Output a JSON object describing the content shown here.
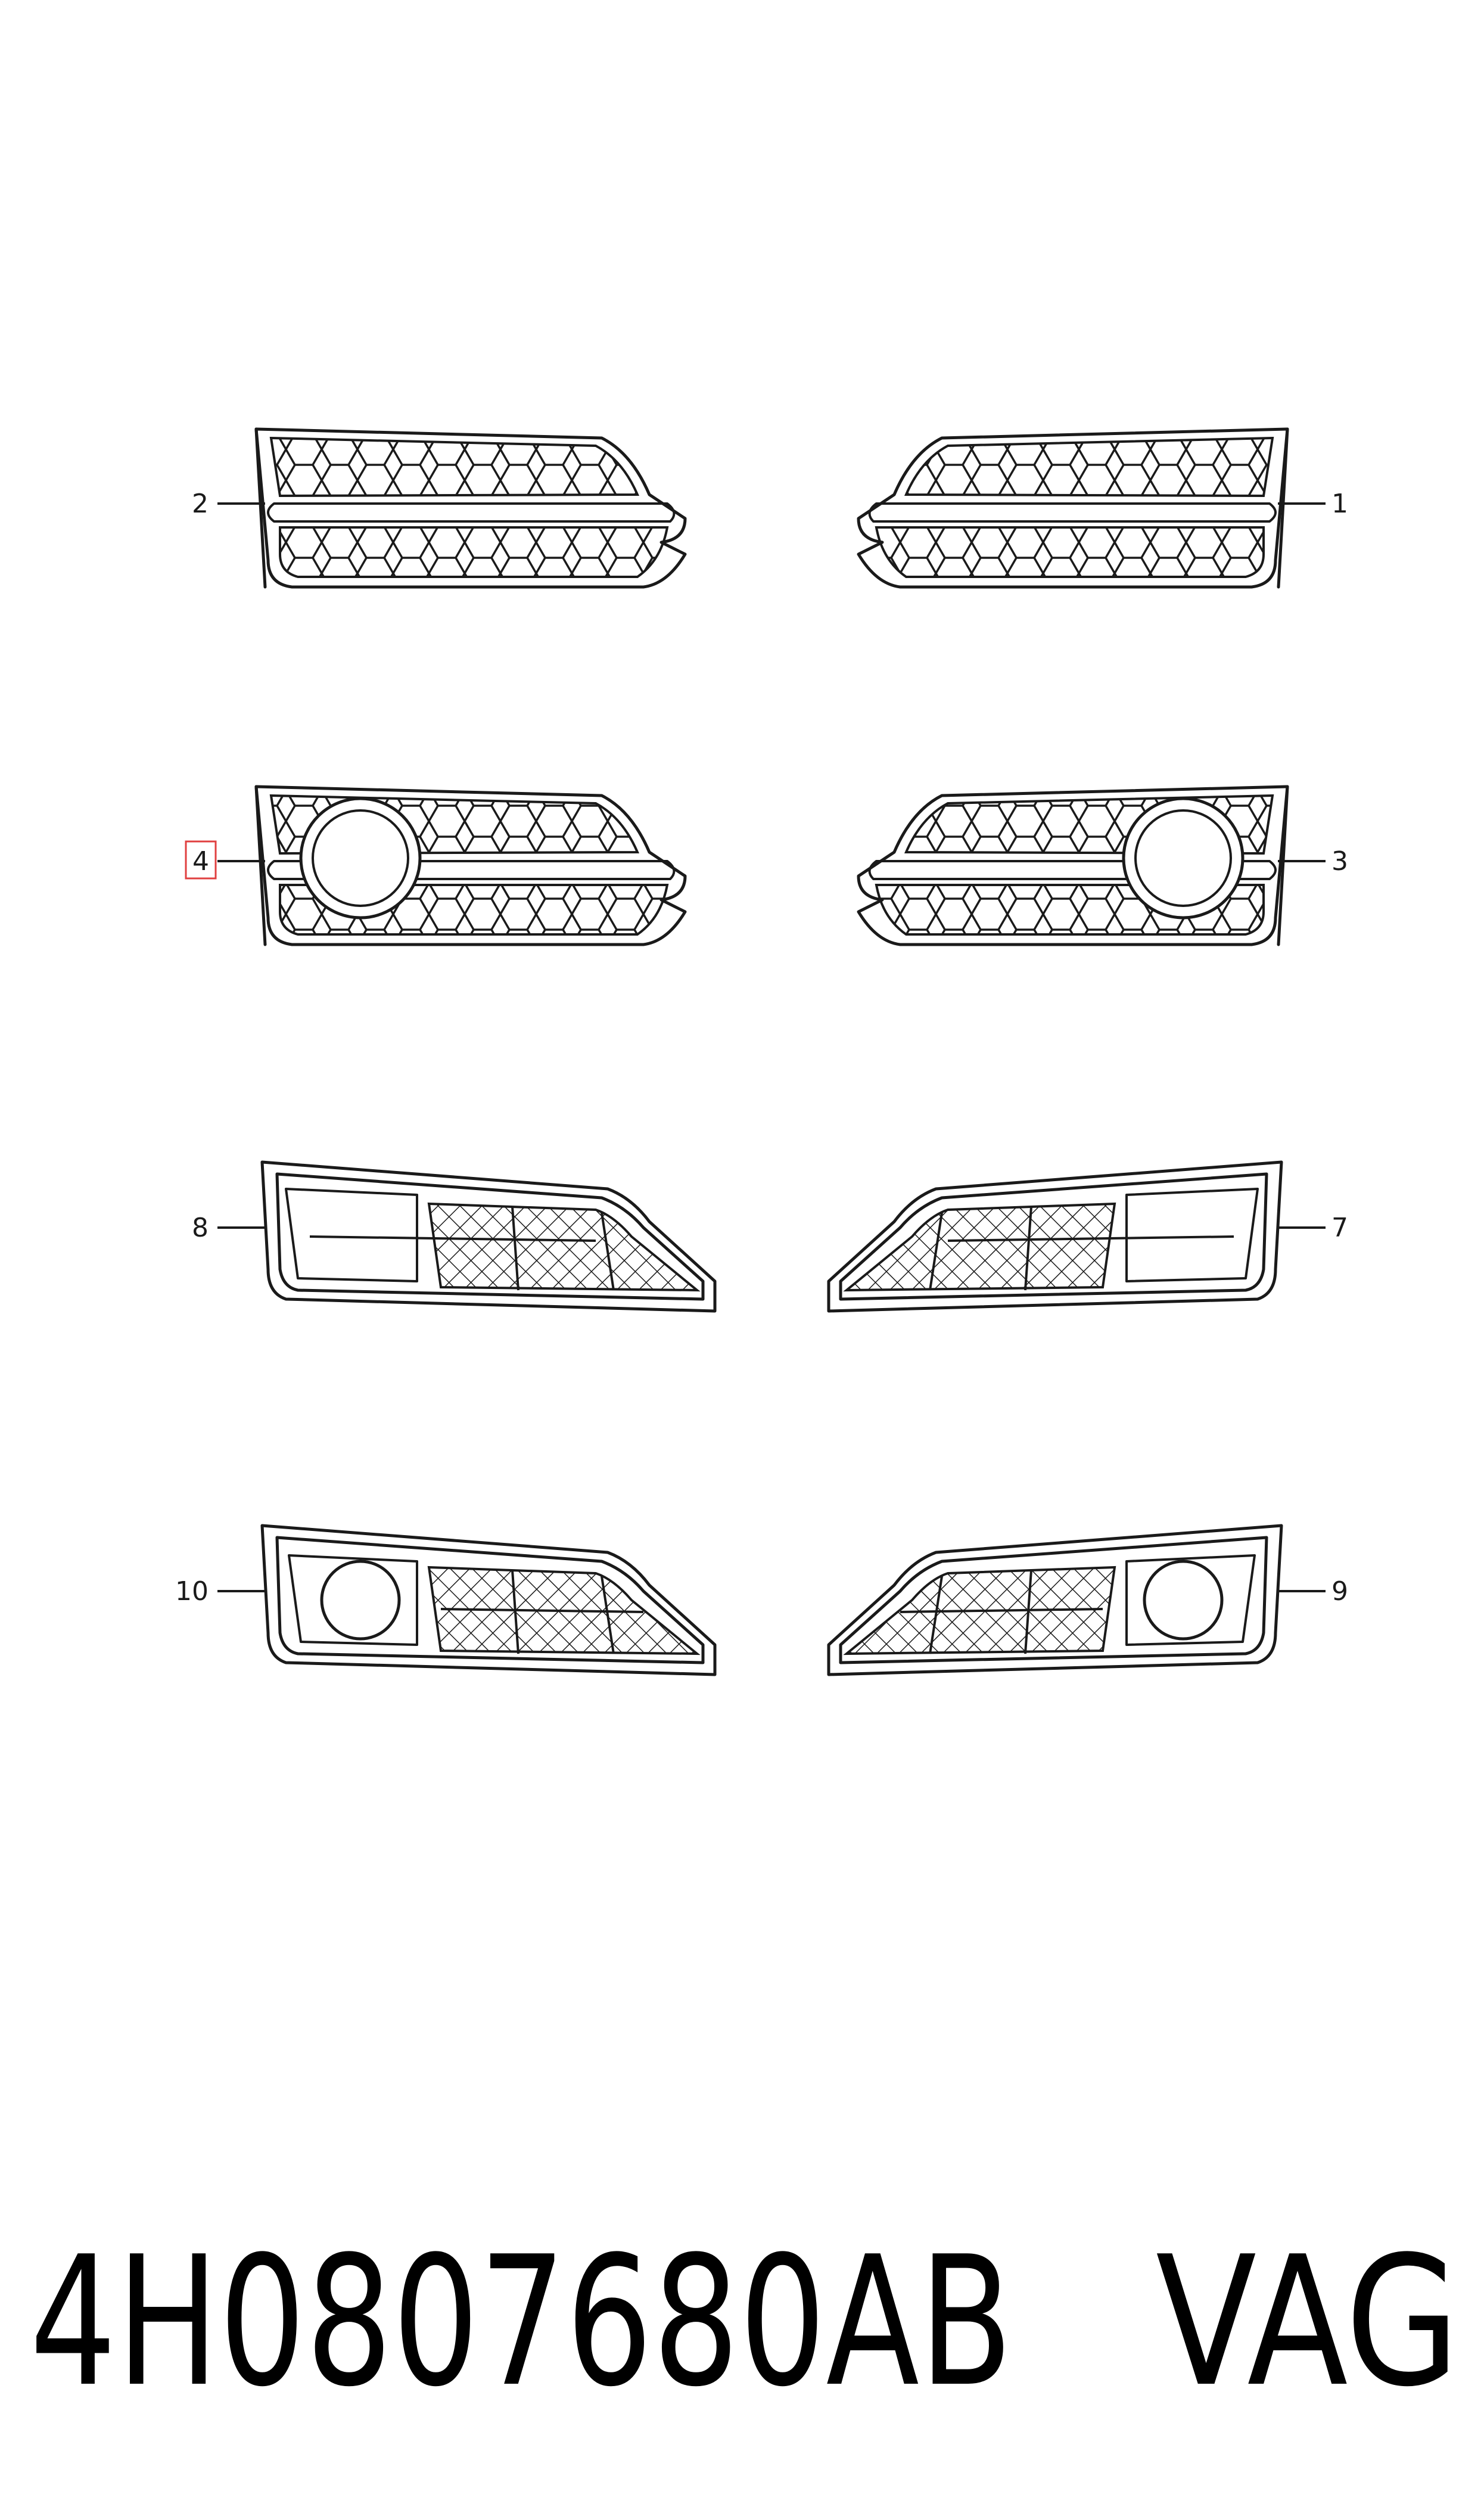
{
  "callouts": [
    {
      "id": "1",
      "label": "1"
    },
    {
      "id": "2",
      "label": "2"
    },
    {
      "id": "3",
      "label": "3"
    },
    {
      "id": "4",
      "label": "4",
      "highlighted": true
    },
    {
      "id": "7",
      "label": "7"
    },
    {
      "id": "8",
      "label": "8"
    },
    {
      "id": "9",
      "label": "9"
    },
    {
      "id": "10",
      "label": "10"
    }
  ],
  "footer": {
    "part_number": "4H0807680AB",
    "brand": "VAG"
  },
  "colors": {
    "line": "#1a1a1a",
    "highlight_box": "#e04040",
    "background": "#ffffff"
  }
}
